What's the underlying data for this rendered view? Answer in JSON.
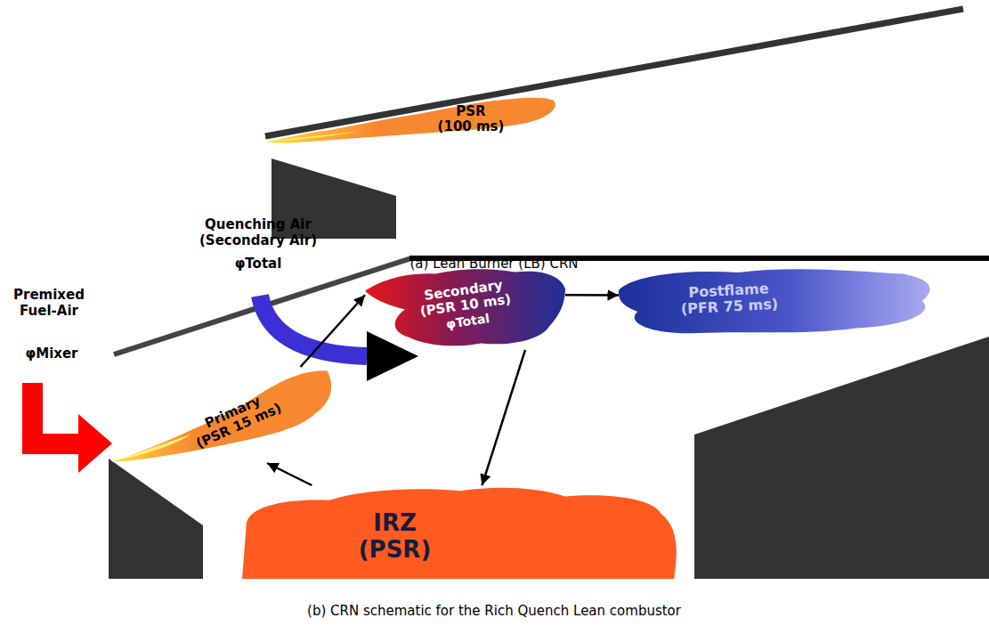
{
  "diagram": {
    "nodes": [
      {
        "text": [
          "PSR (100 ms)"
        ]
      },
      {
        "text": [
          "Primary (PSR 15 ms)"
        ]
      },
      {
        "text": [
          "Secondary (PSR 10 ms)",
          "φTotal"
        ]
      },
      {
        "text": [
          "Postflame (PFR 75 ms)"
        ]
      },
      {
        "text": [
          "IRZ (PSR)"
        ]
      }
    ],
    "edges": [
      {
        "from": 1,
        "to": 2,
        "arrow": "to"
      },
      {
        "from": 2,
        "to": 3,
        "arrow": "to"
      },
      {
        "from": 2,
        "to": 4,
        "arrow": "to"
      },
      {
        "from": 4,
        "to": 1,
        "arrow": "to"
      }
    ],
    "labels": [
      "Quenching Air (Secondary Air)",
      "φTotal",
      "Premixed Fuel-Air",
      "φMixer",
      "(a) Lean Burner (LB) CRN",
      "(b) CRN schematic for the Rich Quench Lean combustor"
    ]
  }
}
